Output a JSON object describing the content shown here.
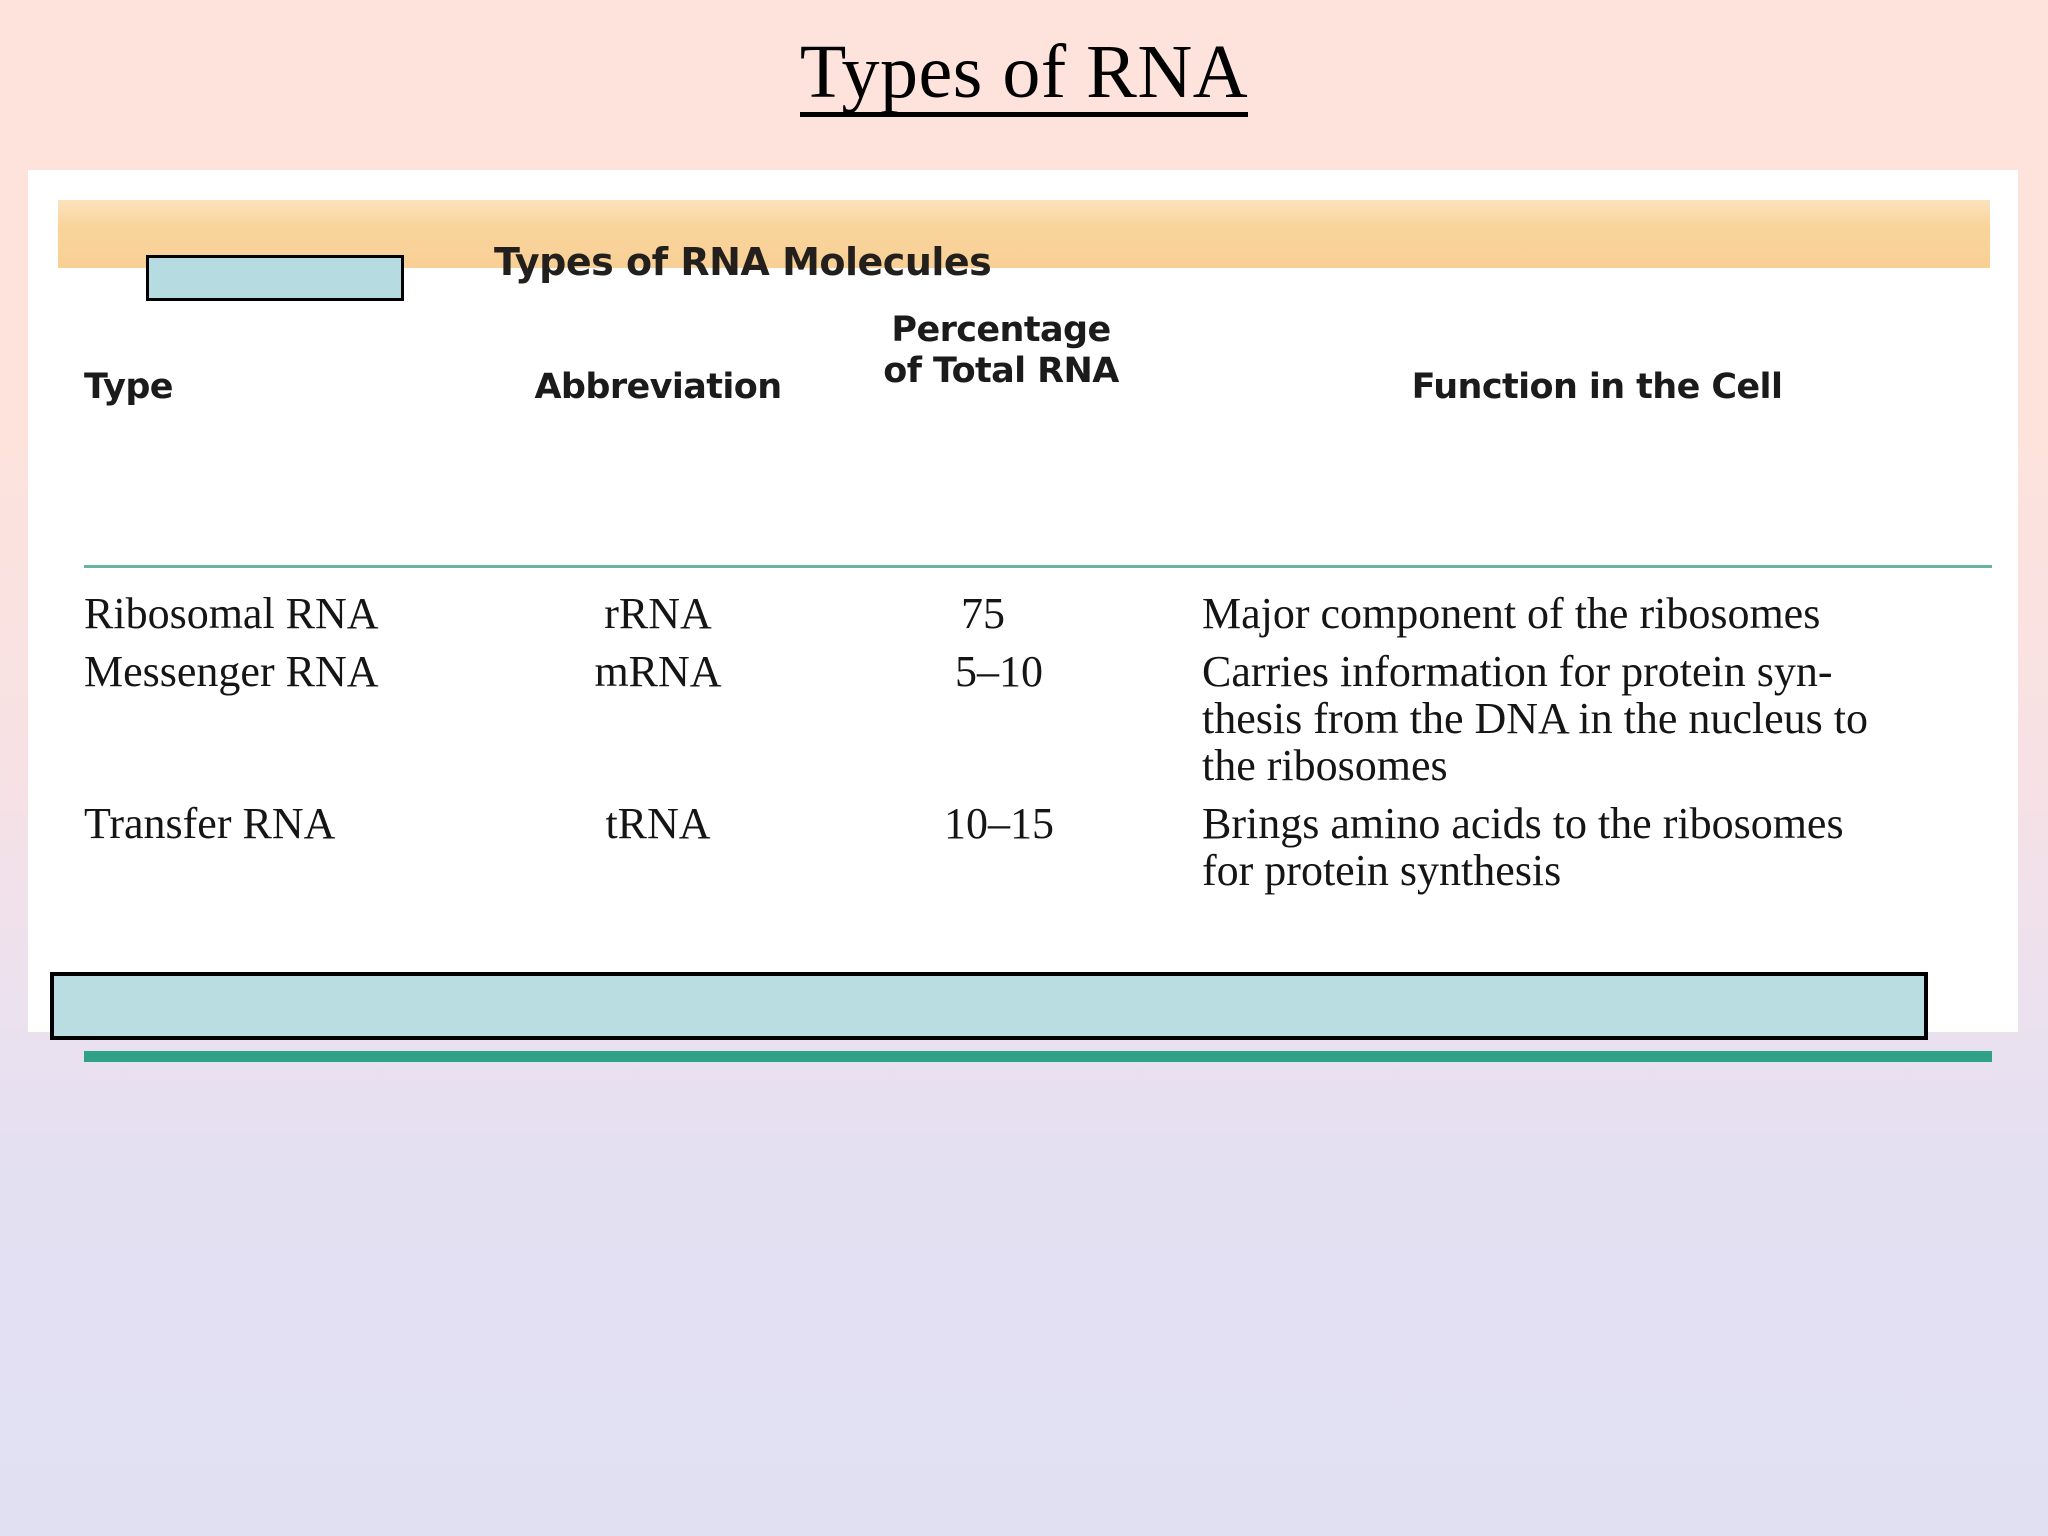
{
  "slide": {
    "title": "Types of RNA",
    "background_top_color": "#FDE3DC",
    "background_bottom_color": "#E1E0F3"
  },
  "figure": {
    "caption": "Types of RNA Molecules",
    "caption_band_color": "#F9D49A",
    "swatch_color": "#B6DCE1",
    "rule_thin_color": "#69b3a2",
    "rule_thick_color": "#2FA187",
    "callout_color": "#BADDE2"
  },
  "chart_data": {
    "type": "table",
    "title": "Types of RNA Molecules",
    "columns": [
      "Type",
      "Abbreviation",
      "Percentage of Total RNA",
      "Function in the Cell"
    ],
    "column_headers_display": {
      "type": "Type",
      "abbreviation": "Abbreviation",
      "percentage_line1": "Percentage",
      "percentage_line2": "of Total RNA",
      "function": "Function in the Cell"
    },
    "rows": [
      {
        "type": "Ribosomal RNA",
        "abbreviation": "rRNA",
        "percentage": "75",
        "percentage_value": 75,
        "function": "Major component of the ribosomes",
        "function_lines": [
          "Major component of the ribosomes"
        ]
      },
      {
        "type": "Messenger RNA",
        "abbreviation": "mRNA",
        "percentage": "5–10",
        "percentage_value": [
          5,
          10
        ],
        "function": "Carries information for protein synthesis from the DNA in the nucleus to the ribosomes",
        "function_lines": [
          "Carries information for protein syn-",
          "thesis from the DNA in the nucleus to",
          "the ribosomes"
        ]
      },
      {
        "type": "Transfer RNA",
        "abbreviation": "tRNA",
        "percentage": "10–15",
        "percentage_value": [
          10,
          15
        ],
        "function": "Brings amino acids to the ribosomes for protein synthesis",
        "function_lines": [
          "Brings amino acids to the ribosomes",
          "for protein synthesis"
        ]
      }
    ],
    "xlabel": "",
    "ylabel": "",
    "legend": []
  }
}
